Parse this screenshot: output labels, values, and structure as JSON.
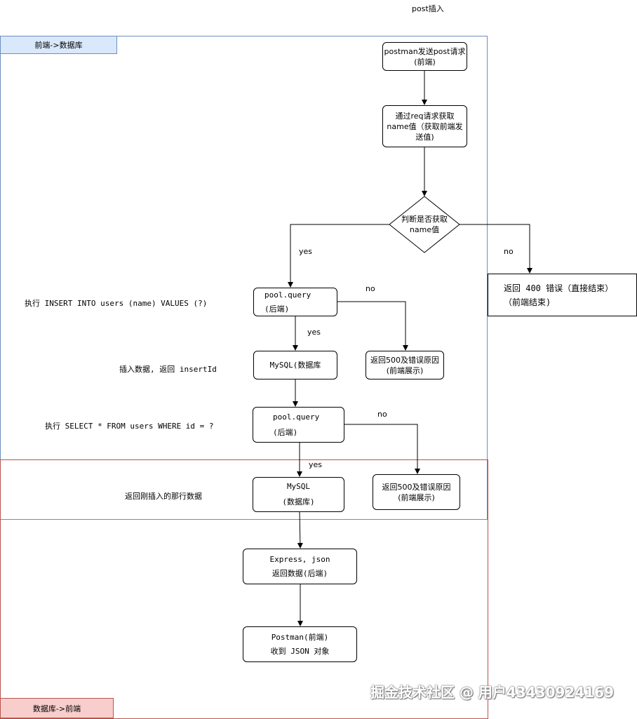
{
  "title": "post插入",
  "groups": {
    "frontend_to_db": "前端->数据库",
    "db_to_frontend": "数据库->前端"
  },
  "nodes": {
    "postman_send": [
      "postman发送post请求",
      "(前端)"
    ],
    "get_name": [
      "通过req请求获取",
      "name值（获取前端发",
      "送值)"
    ],
    "decision": [
      "判断是否获取",
      "name值"
    ],
    "return400": [
      "返回 400 错误（直接结束）",
      "（前端结束)"
    ],
    "pool_query_1": [
      "pool.query",
      "(后端)"
    ],
    "mysql_1": [
      "MySQL(数据库"
    ],
    "error500_1": [
      "返回500及错误原因",
      "(前端展示)"
    ],
    "pool_query_2": [
      "pool.query",
      "(后端)"
    ],
    "mysql_2": [
      "MySQL",
      "(数据库)"
    ],
    "error500_2": [
      "返回500及错误原因",
      "(前端展示)"
    ],
    "express_json": [
      "Express, json",
      "返回数据(后端)"
    ],
    "postman_receive": [
      "Postman(前端)",
      "收到 JSON 对象"
    ]
  },
  "edge_labels": {
    "yes_decision": "yes",
    "no_decision": "no",
    "no_query_1": "no",
    "yes_query_1": "yes",
    "no_query_2": "no",
    "yes_query_2": "yes"
  },
  "annotations": {
    "insert_sql": "执行 INSERT INTO users (name) VALUES (?)",
    "insert_result": "插入数据, 返回 insertId",
    "select_sql": "执行 SELECT * FROM users WHERE id = ?",
    "select_result": "返回刚插入的那行数据"
  },
  "watermark": "掘金技术社区 @ 用户43430924169",
  "colors": {
    "group_blue_border": "#6c8ebf",
    "group_blue_fill": "#dae8fc",
    "group_red_border": "#b85450",
    "group_red_fill": "#f8cecc"
  }
}
